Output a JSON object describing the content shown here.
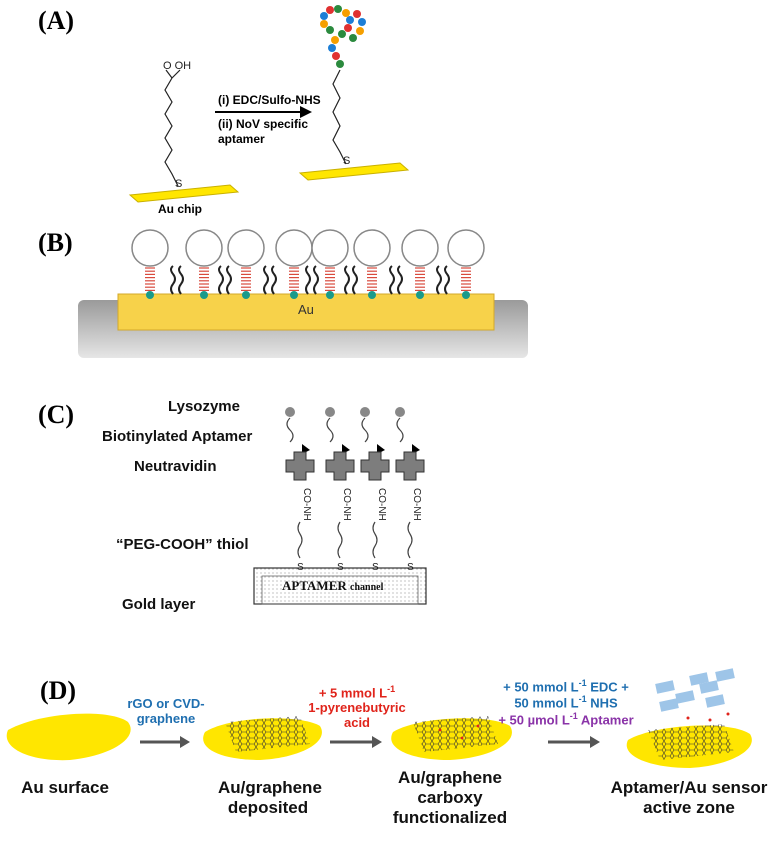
{
  "panel_a": {
    "label": "(A)",
    "cooh": "O  OH",
    "sulfur_left": "S",
    "sulfur_right": "S",
    "chip_label": "Au chip",
    "step1": "(i) EDC/Sulfo-NHS",
    "step2": "(ii) NoV specific",
    "step2b": "aptamer"
  },
  "panel_b": {
    "label": "(B)",
    "surface": "Au"
  },
  "panel_c": {
    "label": "(C)",
    "labels": [
      "Lysozyme",
      "Biotinylated Aptamer",
      "Neutravidin",
      "“PEG-COOH” thiol",
      "Gold layer"
    ],
    "channel": "APTAMER",
    "channel_small": "channel",
    "linker": "CO-NH",
    "s": "S"
  },
  "panel_d": {
    "label": "(D)",
    "arrow1": "rGO or CVD-graphene",
    "arrow2_a": "+ 5 mmol L",
    "arrow2_sup": "-1",
    "arrow2_b": "1-pyrenebutyric",
    "arrow2_c": "acid",
    "arrow3_a": "+ 50 mmol L",
    "arrow3_sup": "-1",
    "arrow3_a2": " EDC +",
    "arrow3_b": "50 mmol L",
    "arrow3_b2": " NHS",
    "arrow3_c": "+ 50 µmol L",
    "arrow3_c2": " Aptamer",
    "stages": [
      "Au surface",
      "Au/graphene deposited",
      "Au/graphene carboxy functionalized",
      "Aptamer/Au sensor active zone"
    ]
  },
  "colors": {
    "gold": "#ffe600",
    "au_bar": "#f7d24a",
    "teal": "#1a9a8a",
    "red_stem": "#d94a3d",
    "gray_block": "#7d7d7d"
  }
}
